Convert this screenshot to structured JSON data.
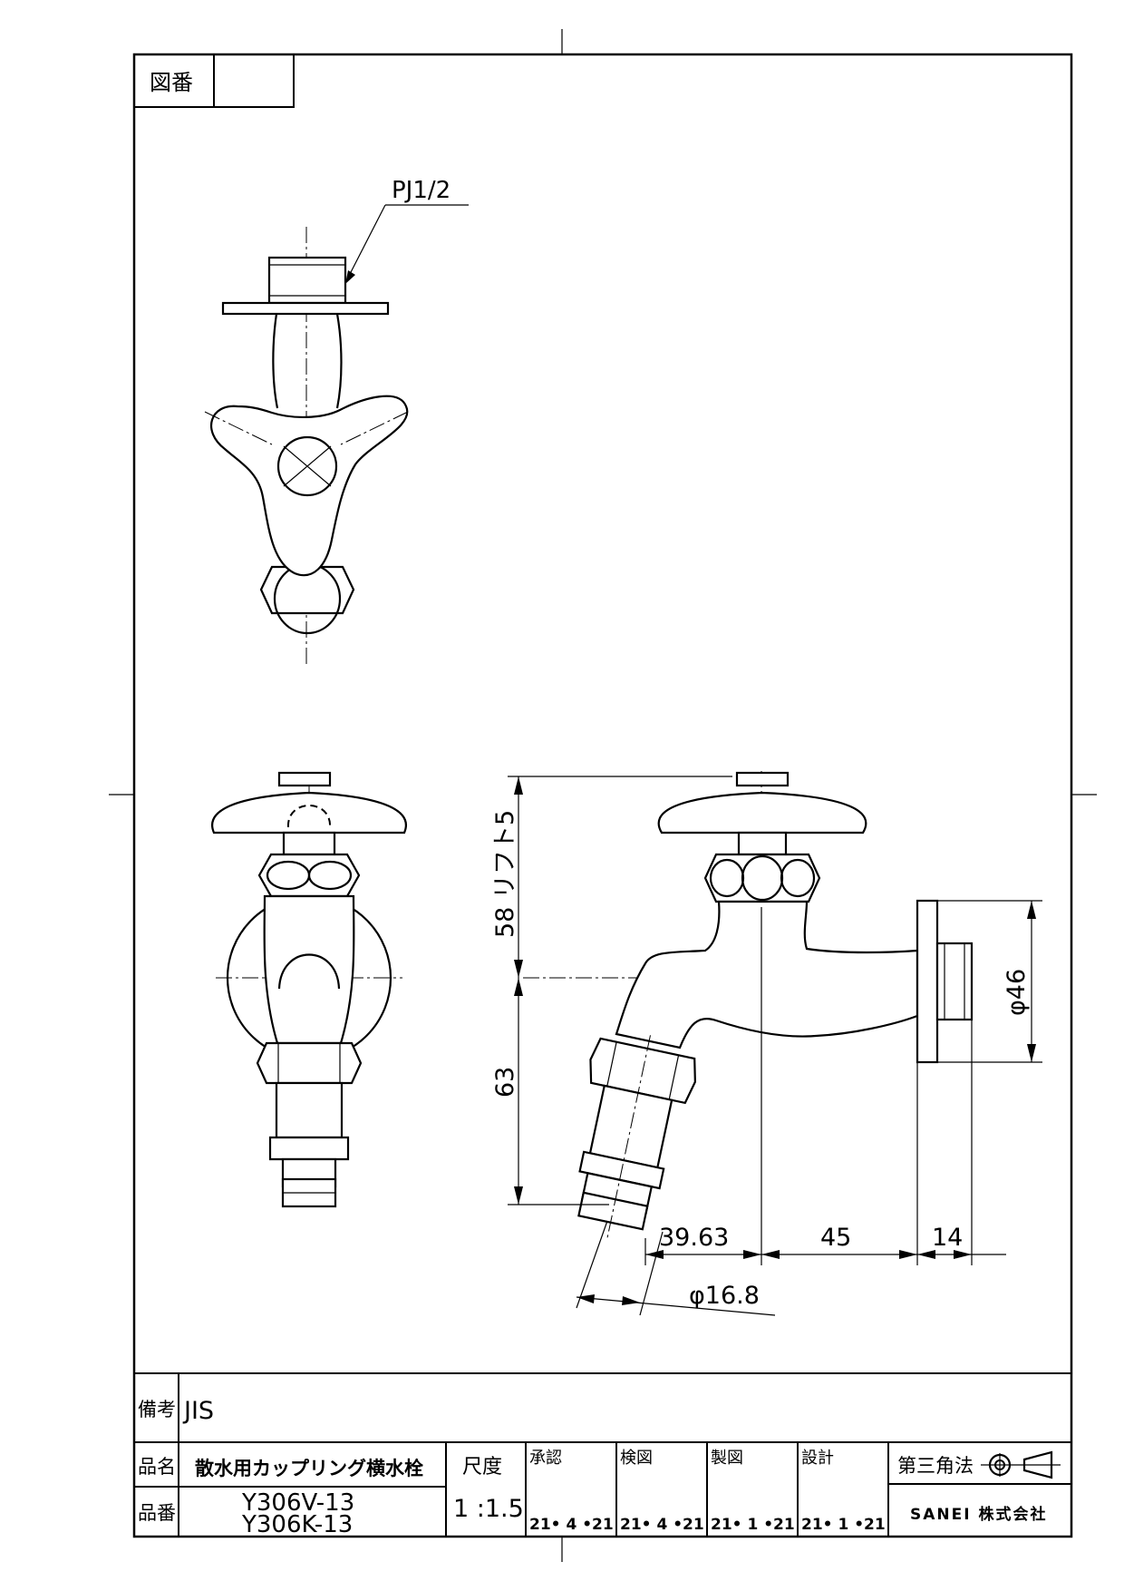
{
  "title_block": {
    "drawing_no_label": "図番",
    "drawing_no_value": "",
    "remarks_label": "備考",
    "remarks_value": "JIS",
    "product_name_label": "品名",
    "product_name_value": "散水用カップリング横水栓",
    "product_no_label": "品番",
    "product_no_lines": [
      "Y306V-13",
      "Y306K-13"
    ],
    "scale_label": "尺度",
    "scale_value": "1 :1.5",
    "approval": [
      {
        "label": "承認",
        "date": "21• 4 •21"
      },
      {
        "label": "検図",
        "date": "21• 4 •21"
      },
      {
        "label": "製図",
        "date": "21• 1 •21"
      },
      {
        "label": "設計",
        "date": "21• 1 •21"
      }
    ],
    "projection_label": "第三角法",
    "company": "SANEI 株式会社"
  },
  "dimensions": {
    "thread": "PJ1/2",
    "lift_height": "58 リフト5",
    "lower_height": "63",
    "flange_dia": "φ46",
    "horiz_a": "39.63",
    "horiz_b": "45",
    "horiz_c": "14",
    "hose_dia": "φ16.8"
  }
}
